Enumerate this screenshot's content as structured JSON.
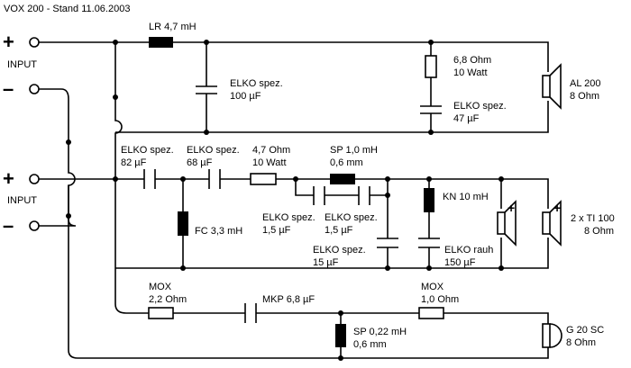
{
  "title": "VOX 200 - Stand 11.06.2003",
  "inputs": {
    "top": {
      "plus": "+",
      "minus": "–",
      "label": "INPUT"
    },
    "bottom": {
      "plus": "+",
      "minus": "–",
      "label": "INPUT"
    }
  },
  "bass": {
    "coil": "LR 4,7 mH",
    "cap_name": "ELKO spez.",
    "cap_value": "100 µF",
    "res_value": "6,8 Ohm",
    "res_power": "10 Watt",
    "cap2_name": "ELKO spez.",
    "cap2_value": "47 µF",
    "speaker_name": "AL 200",
    "speaker_imp": "8 Ohm"
  },
  "mid": {
    "c1_name": "ELKO spez.",
    "c1_value": "82 µF",
    "c2_name": "ELKO spez.",
    "c2_value": "68 µF",
    "r_value": "4,7 Ohm",
    "r_power": "10 Watt",
    "sp_name": "SP 1,0 mH",
    "sp_wire": "0,6 mm",
    "fc": "FC 3,3 mH",
    "c3_name": "ELKO spez.",
    "c3_value": "1,5 µF",
    "c4_name": "ELKO spez.",
    "c4_value": "1,5 µF",
    "c5_name": "ELKO spez.",
    "c5_value": "15 µF",
    "kn": "KN 10 mH",
    "c6_name": "ELKO rauh",
    "c6_value": "150 µF",
    "speaker_name": "2 x TI 100",
    "speaker_imp": "8 Ohm",
    "polarity": "+"
  },
  "high": {
    "r1_name": "MOX",
    "r1_value": "2,2 Ohm",
    "cap": "MKP 6,8 µF",
    "r2_name": "MOX",
    "r2_value": "1,0 Ohm",
    "sp_name": "SP 0,22 mH",
    "sp_wire": "0,6 mm",
    "speaker_name": "G 20 SC",
    "speaker_imp": "8 Ohm"
  }
}
